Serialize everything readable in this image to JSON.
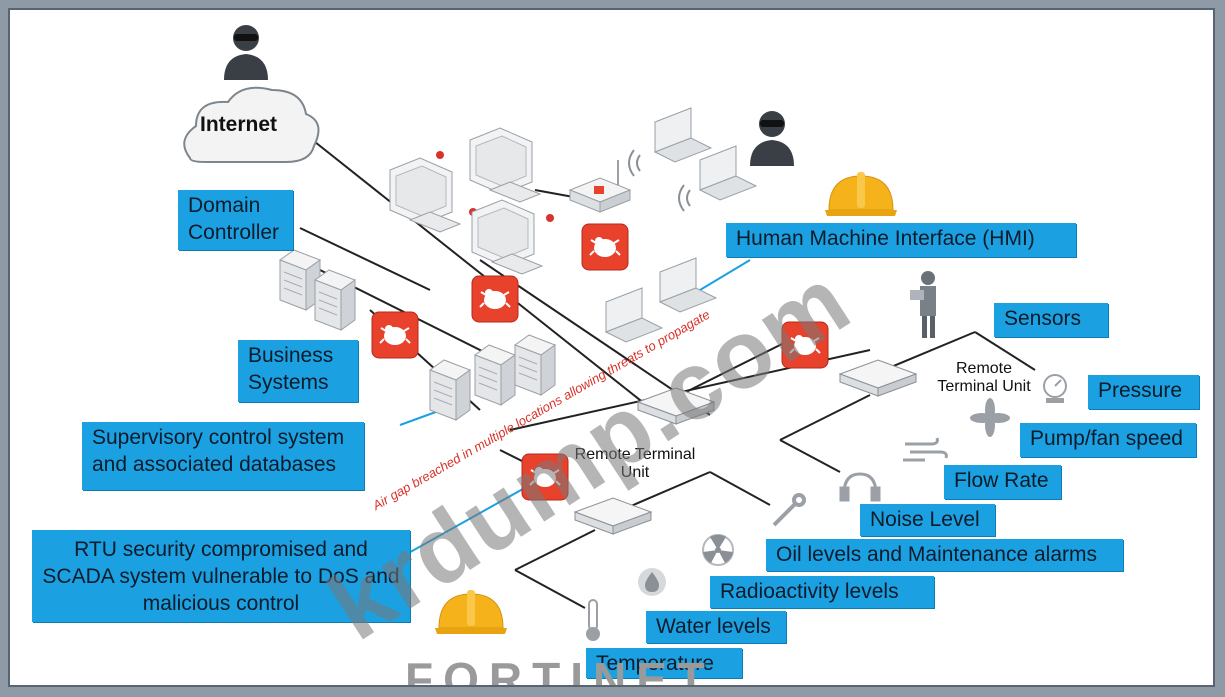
{
  "diagram": {
    "internet_label": "Internet",
    "domain_controller": "Domain Controller",
    "business_systems": "Business Systems",
    "supervisory": "Supervisory control system and associated databases",
    "rtu_security": "RTU security compromised and SCADA system vulnerable to DoS and malicious control",
    "hmi": "Human Machine Interface (HMI)",
    "sensors": "Sensors",
    "pressure": "Pressure",
    "pump_fan": "Pump/fan speed",
    "flow_rate": "Flow Rate",
    "noise_level": "Noise Level",
    "oil_levels": "Oil levels and Maintenance alarms",
    "radioactivity": "Radioactivity levels",
    "water_levels": "Water levels",
    "temperature": "Temperature",
    "rtu_upper": "Remote Terminal Unit",
    "rtu_lower": "Remote Terminal Unit",
    "air_gap": "Air gap breached in multiple locations allowing threats to propagate",
    "watermark": "krdump.com",
    "brand": "FORTINET"
  },
  "colors": {
    "label_fill": "#1ba1e2",
    "threat_red": "#e8412c",
    "line": "#222222"
  },
  "icons": [
    "hacker-icon",
    "cloud-icon",
    "server-icon",
    "computer-icon",
    "laptop-icon",
    "router-icon",
    "threat-icon",
    "hardhat-icon",
    "operator-icon",
    "gauge-icon",
    "fan-icon",
    "wind-icon",
    "headphones-icon",
    "wrench-icon",
    "radiation-icon",
    "water-drop-icon",
    "thermometer-icon"
  ]
}
